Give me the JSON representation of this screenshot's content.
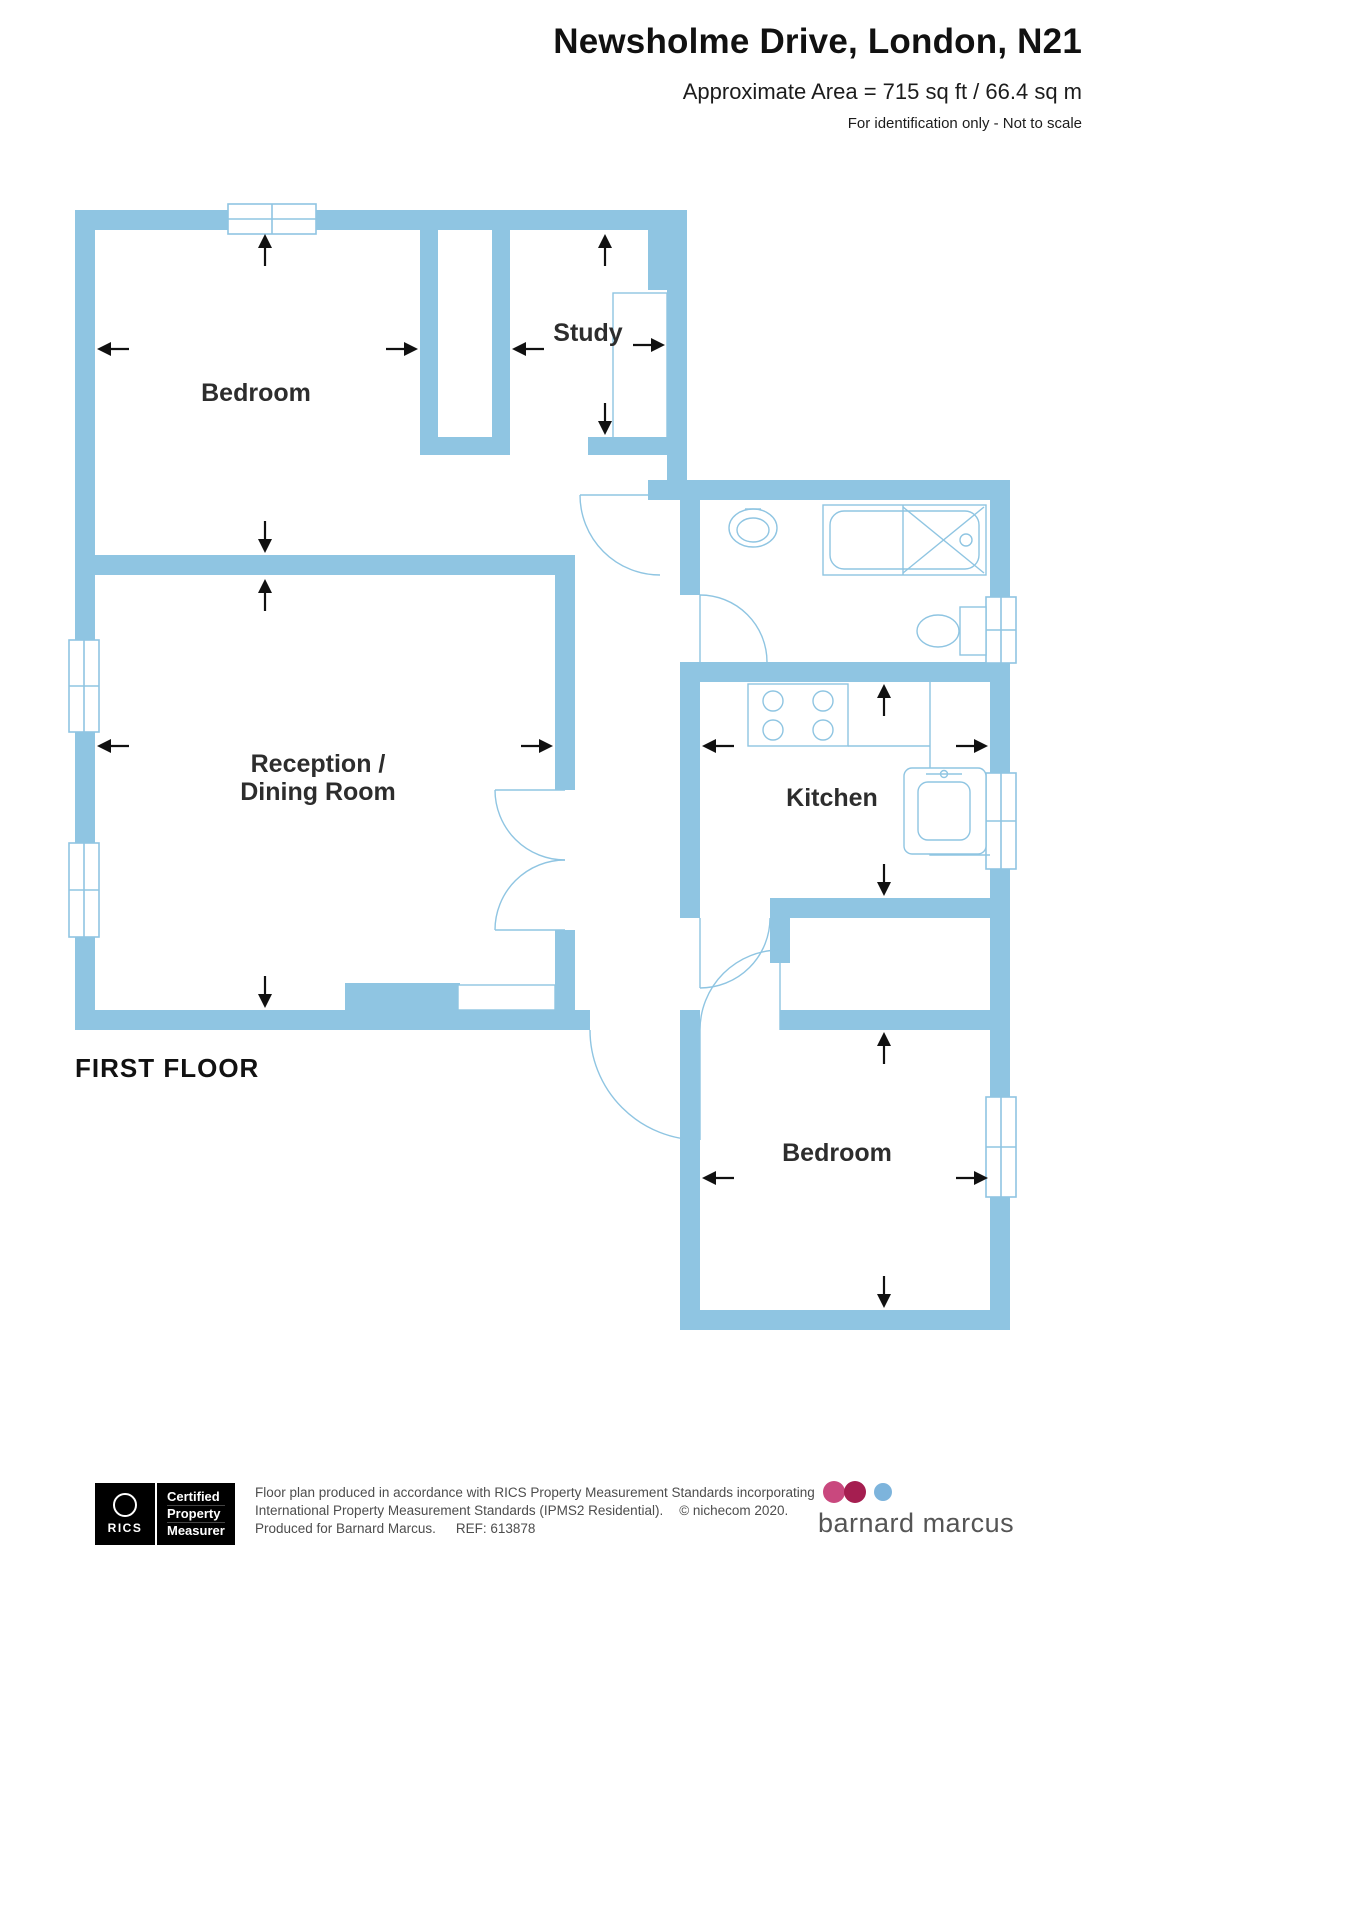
{
  "header": {
    "title": "Newsholme Drive, London, N21",
    "area": "Approximate Area = 715 sq ft / 66.4 sq m",
    "disclaimer": "For identification only - Not to scale"
  },
  "plan": {
    "floor_label": "FIRST FLOOR",
    "rooms": {
      "bedroom1": "Bedroom",
      "study": "Study",
      "reception_line1": "Reception /",
      "reception_line2": "Dining Room",
      "kitchen": "Kitchen",
      "bedroom2": "Bedroom"
    }
  },
  "footer": {
    "rics_badge": {
      "acronym": "RICS",
      "lines": [
        "Certified",
        "Property",
        "Measurer"
      ]
    },
    "disclaimer_line1": "Floor plan produced in accordance with RICS Property Measurement Standards incorporating",
    "disclaimer_line2": "International Property Measurement Standards (IPMS2 Residential).",
    "copyright": "© nichecom 2020.",
    "produced_for": "Produced for Barnard Marcus.",
    "reference": "REF: 613878",
    "brand": "barnard marcus"
  },
  "colors": {
    "wall": "#8FC5E2",
    "brand_pink": "#C9487E",
    "brand_magenta": "#A51E50",
    "brand_blue": "#7DB4DC"
  }
}
